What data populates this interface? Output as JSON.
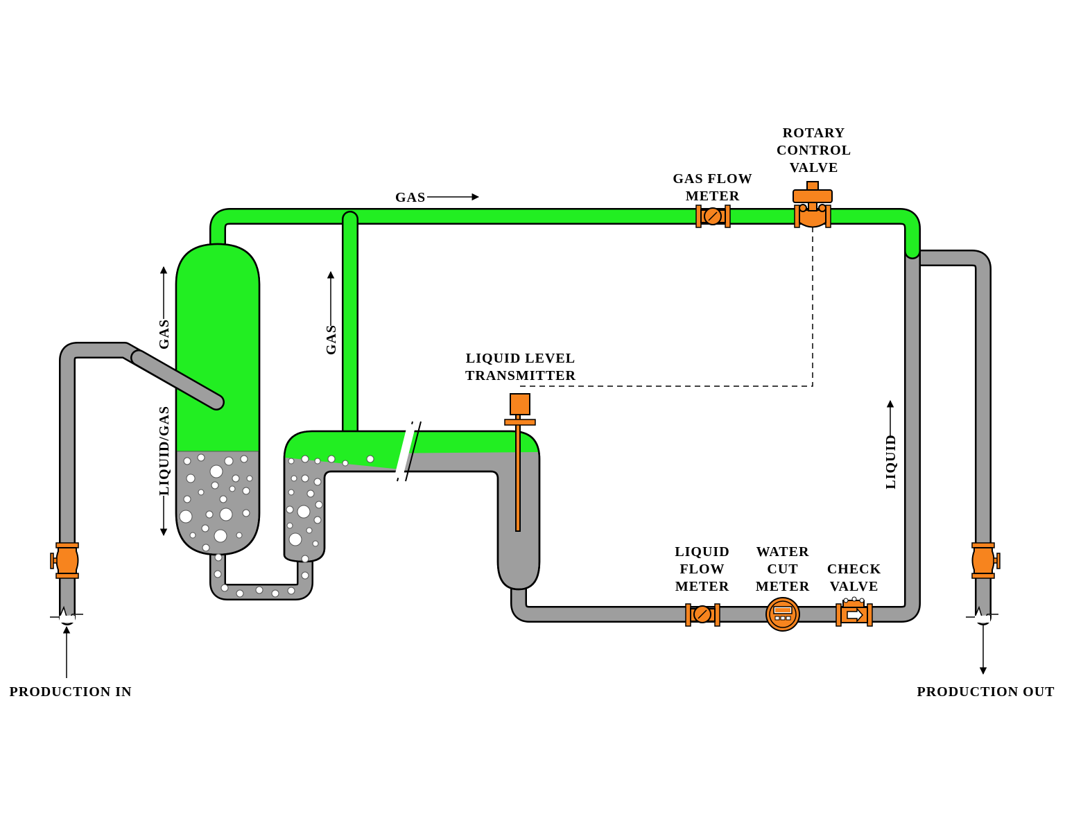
{
  "labels": {
    "rotary_control_valve": [
      "ROTARY",
      "CONTROL",
      "VALVE"
    ],
    "gas_flow_meter": [
      "GAS  FLOW",
      "METER"
    ],
    "gas_top": "GAS",
    "gas_vessel": "GAS",
    "liquid_gas": "LIQUID/GAS",
    "gas_riser": "GAS",
    "liquid_level_transmitter": [
      "LIQUID  LEVEL",
      "TRANSMITTER"
    ],
    "liquid_right": "LIQUID",
    "liquid_flow_meter": [
      "LIQUID",
      "FLOW",
      "METER"
    ],
    "water_cut_meter": [
      "WATER",
      "CUT",
      "METER"
    ],
    "check_valve": [
      "CHECK",
      "VALVE"
    ],
    "production_in": "PRODUCTION  IN",
    "production_out": "PRODUCTION  OUT"
  },
  "colors": {
    "gas": "#22ee22",
    "liquid": "#9e9e9e",
    "equipment": "#f7841e",
    "outline": "#000000"
  }
}
